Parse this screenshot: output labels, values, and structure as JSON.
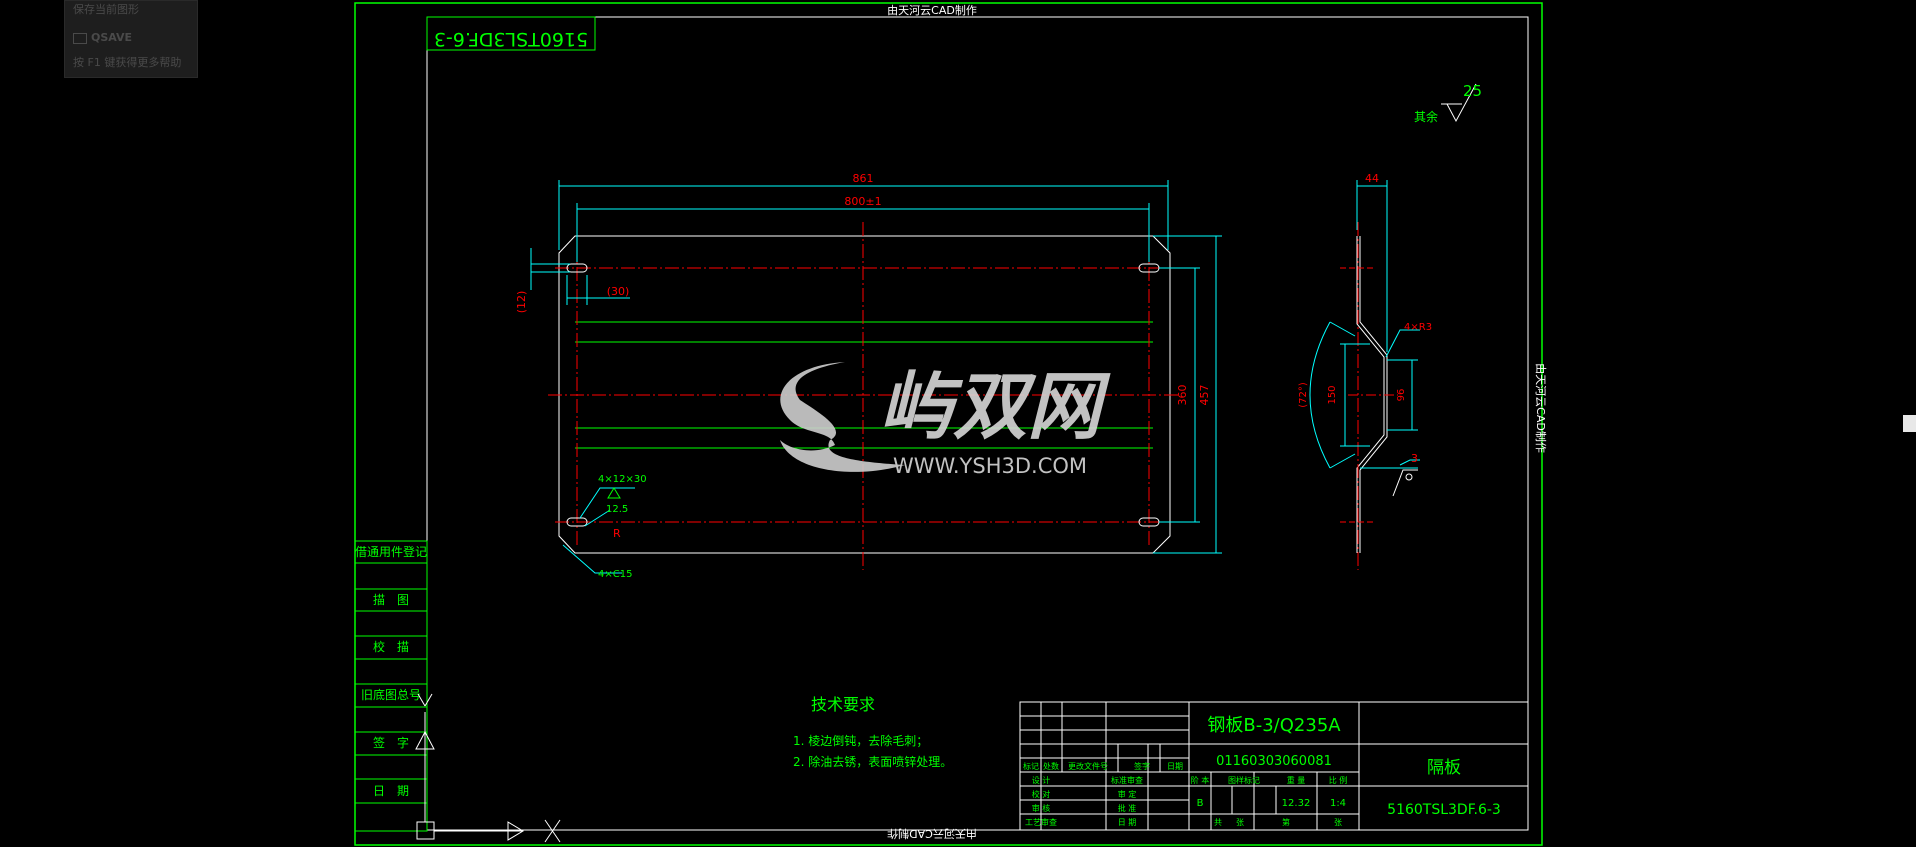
{
  "tooltip": {
    "line1": "保存当前图形",
    "command": "QSAVE",
    "help": "按 F1 键获得更多帮助"
  },
  "drawing": {
    "top_label": "由天河云CAD制作",
    "bottom_label": "由天河云CAD制作",
    "side_label": "由天河云CAD制作",
    "mirror_code": "5160TSL3DF.6-3",
    "roughness": {
      "value": "25",
      "text": "其余"
    },
    "dims": {
      "overall_width": "861",
      "hole_spacing": "800±1",
      "hole_offset_y": "(12)",
      "hole_offset_x": "(30)",
      "inner_height": "360",
      "overall_height": "457",
      "slot_note": "4×12×30",
      "slot_tol": "12.5",
      "radius": "R",
      "chamfer": "4×C15",
      "side_thickness": "44",
      "bend_radius": "4×R3",
      "bend_angle": "(72°)",
      "side_h1": "150",
      "side_h2": "96",
      "side_t": "3"
    },
    "tech": {
      "title": "技术要求",
      "item1": "1. 棱边倒钝，去除毛刺；",
      "item2": "2. 除油去锈，表面喷锌处理。"
    },
    "left_panel": [
      "借通用件登记",
      "描　图",
      "校　描",
      "旧底图总号",
      "签　字",
      "日　期"
    ],
    "title_block": {
      "material": "钢板B-3/Q235A",
      "part_number": "01160303060081",
      "part_name": "隔板",
      "drawing_no": "5160TSL3DF.6-3",
      "weight": "12.32",
      "scale": "1:4",
      "stage": "B",
      "headers": [
        "标记",
        "处数",
        "更改文件号",
        "签字",
        "日期"
      ],
      "roles": [
        "设 计",
        "校 对",
        "审 核",
        "工艺审查"
      ],
      "roles2": [
        "标准审查",
        "审 定",
        "批 准",
        "日 期"
      ],
      "cols": [
        "阶 本",
        "图样标记",
        "重 量",
        "比 例"
      ],
      "sheets": [
        "共",
        "张",
        "第",
        "张"
      ]
    }
  },
  "watermark": {
    "brand": "屿双网",
    "url": "WWW.YSH3D.COM"
  },
  "colors": {
    "frame": "#00ff00",
    "dimension": "#00ffff",
    "centerline": "#ff0000",
    "outline": "#ffffff",
    "text_green": "#00ff00",
    "watermark": "#cfcfcf"
  }
}
